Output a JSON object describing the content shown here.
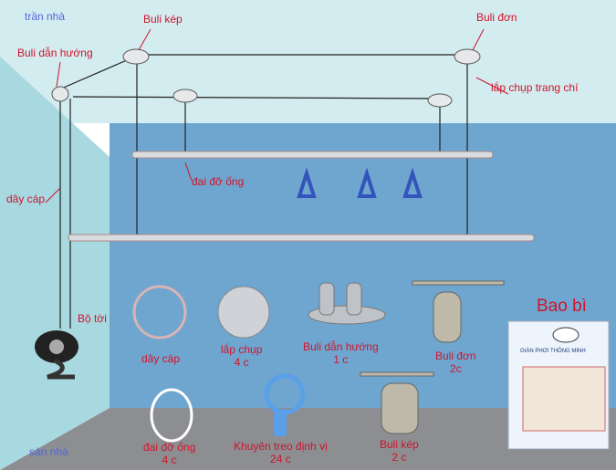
{
  "labels": {
    "ceiling": "trần nhà",
    "floor": "sàn nhà",
    "double_pulley": "Buli kép",
    "single_pulley": "Buli đơn",
    "guide_pulley": "Buli dẫn hướng",
    "cap_cover": "lắp chụp trang chí",
    "pipe_clamp": "đai đỡ ống",
    "cable": "dây cáp",
    "winch": "Bộ tời"
  },
  "parts": [
    {
      "name": "dây cáp",
      "qty": ""
    },
    {
      "name": "lắp chụp",
      "qty": "4 c"
    },
    {
      "name": "Buli dẫn hướng",
      "qty": "1 c"
    },
    {
      "name": "Buli đơn",
      "qty": "2c"
    },
    {
      "name": "đai đỡ ống",
      "qty": "4 c"
    },
    {
      "name": "Khuyên treo định vị",
      "qty": "24 c"
    },
    {
      "name": "Buli kép",
      "qty": "2 c"
    }
  ],
  "packaging": {
    "title": "Bao bì",
    "box_text": "GIÀN PHƠI THÔNG MINH"
  },
  "colors": {
    "label": "#d0142c",
    "room_label": "#5566dd",
    "ceiling": "#d3ecef",
    "wall": "#6ea6cf",
    "side_wall": "#a8d8e0",
    "floor": "#8c8e91"
  }
}
